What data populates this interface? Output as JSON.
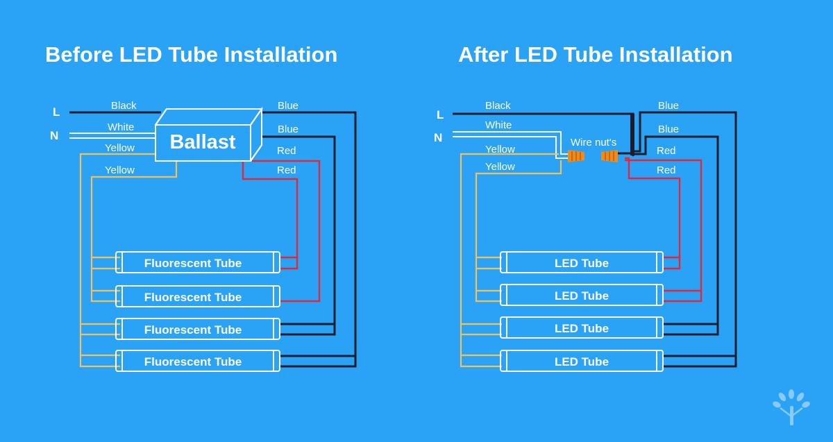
{
  "colors": {
    "background": "#2aa3f7",
    "black_wire": "#1b1d2e",
    "white_wire": "#ffffff",
    "yellow_wire": "#f2c15a",
    "red_wire": "#e3273a",
    "wire_nut": "#f08a1c"
  },
  "before": {
    "title": "Before LED Tube Installation",
    "line_L": "L",
    "line_N": "N",
    "ballast": "Ballast",
    "wires": {
      "black": "Black",
      "white": "White",
      "yellow1": "Yellow",
      "yellow2": "Yellow",
      "blue1": "Blue",
      "blue2": "Blue",
      "red1": "Red",
      "red2": "Red"
    },
    "tubes": [
      "Fluorescent Tube",
      "Fluorescent Tube",
      "Fluorescent Tube",
      "Fluorescent Tube"
    ]
  },
  "after": {
    "title": "After LED Tube Installation",
    "line_L": "L",
    "line_N": "N",
    "wire_nuts": "Wire nut's",
    "wires": {
      "black": "Black",
      "white": "White",
      "yellow1": "Yellow",
      "yellow2": "Yellow",
      "blue1": "Blue",
      "blue2": "Blue",
      "red1": "Red",
      "red2": "Red"
    },
    "tubes": [
      "LED Tube",
      "LED Tube",
      "LED Tube",
      "LED Tube"
    ]
  },
  "logo_icon": "tree-logo-icon"
}
